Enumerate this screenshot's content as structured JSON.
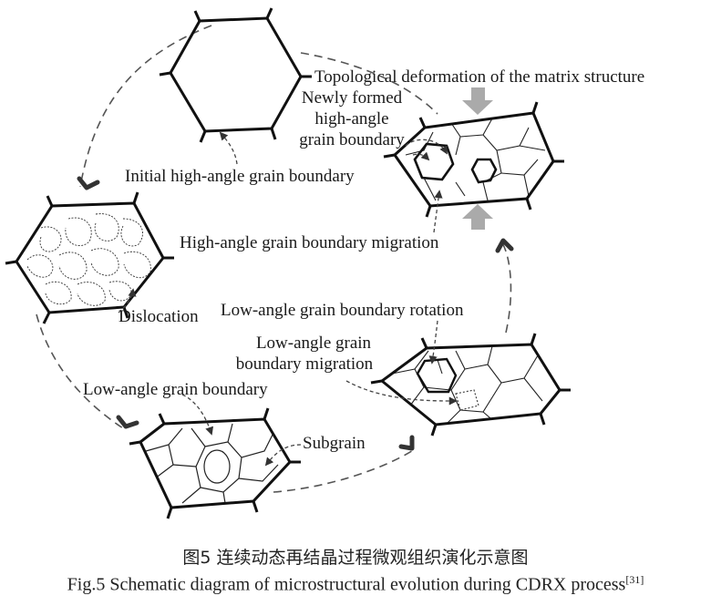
{
  "labels": {
    "topological": "Topological deformation of the matrix structure",
    "newly_formed_l1": "Newly formed",
    "newly_formed_l2": "high-angle",
    "newly_formed_l3": "grain boundary",
    "initial_hagb": "Initial high-angle grain boundary",
    "hagb_migration": "High-angle grain boundary migration",
    "dislocation": "Dislocation",
    "lagb_rotation": "Low-angle grain boundary rotation",
    "lagb_migration_l1": "Low-angle grain",
    "lagb_migration_l2": "boundary migration",
    "lagb": "Low-angle grain boundary",
    "subgrain": "Subgrain"
  },
  "caption": {
    "chinese": "图5  连续动态再结晶过程微观组织演化示意图",
    "english": "Fig.5  Schematic diagram of microstructural evolution during CDRX process",
    "reference": "[31]"
  },
  "colors": {
    "line": "#111111",
    "dashed": "#555555",
    "arrow_gray": "#aaaaaa",
    "arrowhead": "#333333"
  }
}
